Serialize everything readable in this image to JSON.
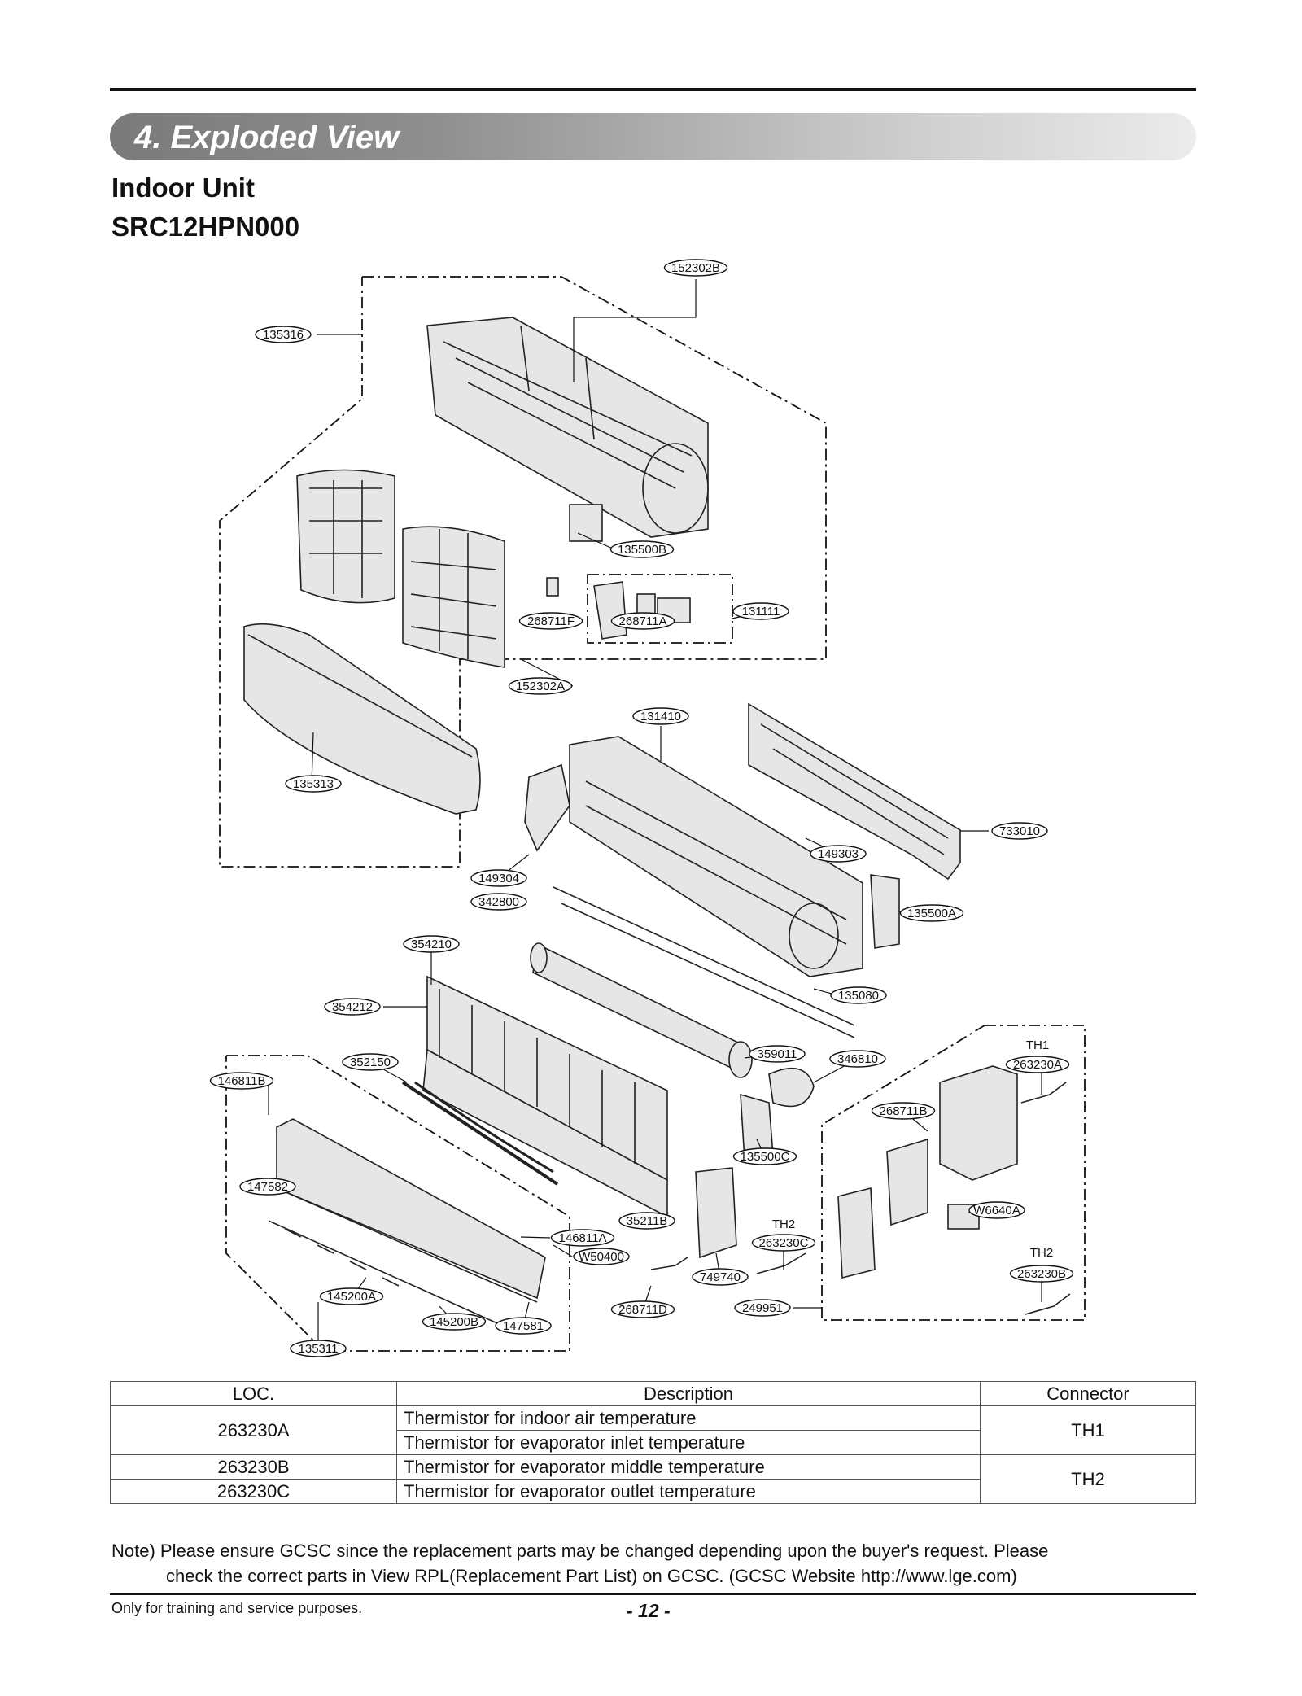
{
  "header": {
    "title": "4. Exploded View"
  },
  "subtitle": {
    "line1": "Indoor Unit",
    "line2": "SRC12HPN000"
  },
  "parts": [
    "152302B",
    "135316",
    "135500B",
    "268711F",
    "268711A",
    "131111",
    "152302A",
    "135313",
    "131410",
    "733010",
    "149303",
    "149304",
    "342800",
    "135500A",
    "354210",
    "354212",
    "135080",
    "359011",
    "346810",
    "352150",
    "146811B",
    "268711B",
    "263230A",
    "147582",
    "35211B",
    "146811A",
    "W50400",
    "135500C",
    "W6640A",
    "263230C",
    "263230B",
    "749740",
    "145200A",
    "268711D",
    "249951",
    "145200B",
    "147581",
    "135311"
  ],
  "connector_labels": {
    "th1_a": "TH1",
    "th2_c": "TH2",
    "th2_b": "TH2"
  },
  "table": {
    "headers": [
      "LOC.",
      "Description",
      "Connector"
    ],
    "rows": [
      {
        "loc": "263230A",
        "description": "Thermistor for indoor air temperature"
      },
      {
        "description": "Thermistor for evaporator inlet temperature"
      },
      {
        "loc": "263230B",
        "description": "Thermistor for evaporator middle temperature"
      },
      {
        "description": "Thermistor for evaporator outlet temperature"
      },
      {
        "loc": "263230C"
      }
    ],
    "connectors": [
      "TH1",
      "TH2"
    ]
  },
  "note": {
    "line1": "Note) Please ensure GCSC since the replacement parts may be changed depending upon the buyer's request. Please",
    "line2": "check the correct parts in View RPL(Replacement Part List) on GCSC. (GCSC Website http://www.lge.com)"
  },
  "footer": {
    "left": "Only for training and service purposes.",
    "page": "- 12 -"
  }
}
